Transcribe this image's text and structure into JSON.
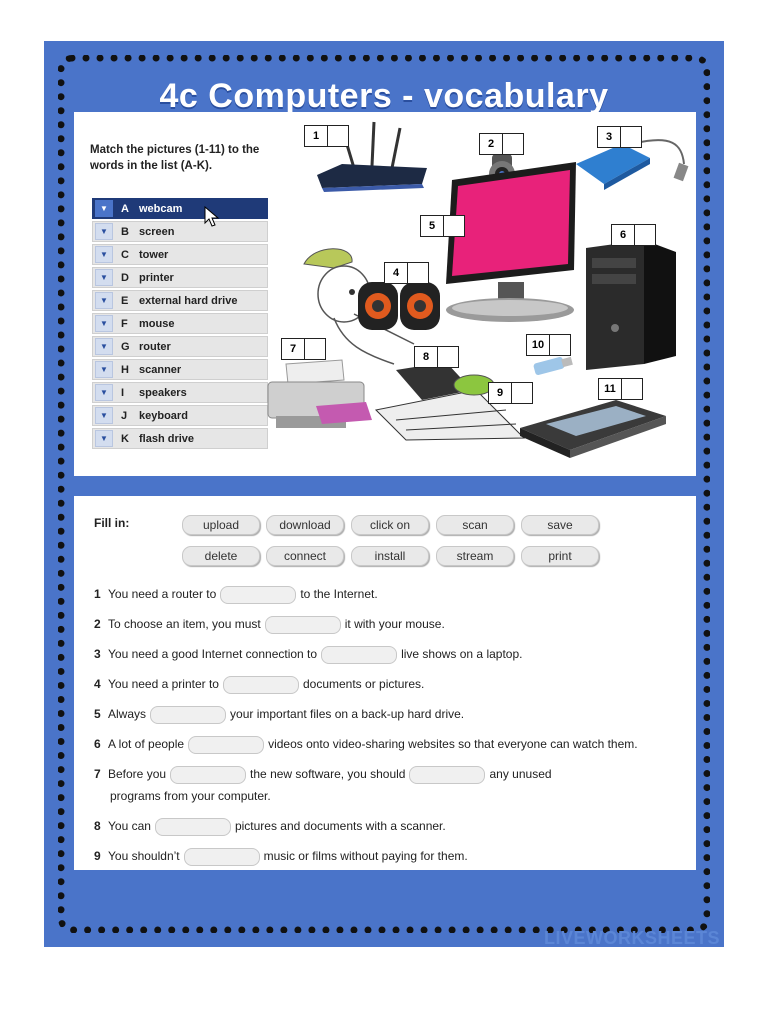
{
  "title": "4c Computers - vocabulary",
  "instructions": "Match the pictures (1-11) to the words in the list (A-K).",
  "list": [
    {
      "letter": "A",
      "word": "webcam",
      "selected": true
    },
    {
      "letter": "B",
      "word": "screen"
    },
    {
      "letter": "C",
      "word": "tower"
    },
    {
      "letter": "D",
      "word": "printer"
    },
    {
      "letter": "E",
      "word": "external hard drive"
    },
    {
      "letter": "F",
      "word": "mouse"
    },
    {
      "letter": "G",
      "word": "router"
    },
    {
      "letter": "H",
      "word": "scanner"
    },
    {
      "letter": "I",
      "word": "speakers"
    },
    {
      "letter": "J",
      "word": "keyboard"
    },
    {
      "letter": "K",
      "word": "flash drive"
    }
  ],
  "picture_numbers": [
    "1",
    "2",
    "3",
    "4",
    "5",
    "6",
    "7",
    "8",
    "9",
    "10",
    "11"
  ],
  "fill_label": "Fill in:",
  "words": [
    "upload",
    "download",
    "click on",
    "scan",
    "save",
    "delete",
    "connect",
    "install",
    "stream",
    "print"
  ],
  "sentences": [
    {
      "num": "1",
      "parts": [
        "You need a router to",
        "to the Internet."
      ]
    },
    {
      "num": "2",
      "parts": [
        "To choose an item, you must",
        "it with your mouse."
      ]
    },
    {
      "num": "3",
      "parts": [
        "You need a good Internet connection to",
        "live shows on a laptop."
      ]
    },
    {
      "num": "4",
      "parts": [
        "You need a printer to",
        "documents or pictures."
      ]
    },
    {
      "num": "5",
      "parts": [
        "Always",
        "your important files on a back-up hard drive."
      ]
    },
    {
      "num": "6",
      "parts": [
        "A lot of people",
        "videos onto video-sharing websites so that everyone can watch them."
      ]
    },
    {
      "num": "7",
      "parts": [
        "Before you",
        "the new software, you should",
        "any unused"
      ],
      "line2": "programs from your computer."
    },
    {
      "num": "8",
      "parts": [
        "You can",
        "pictures and documents with a scanner."
      ]
    },
    {
      "num": "9",
      "parts": [
        "You shouldn’t",
        "music or films without paying for them."
      ]
    }
  ],
  "footer": "LIVEWORKSHEETS",
  "colors": {
    "frame": "#4a74c9",
    "selected": "#1f3a78",
    "screen": "#e8227a"
  }
}
